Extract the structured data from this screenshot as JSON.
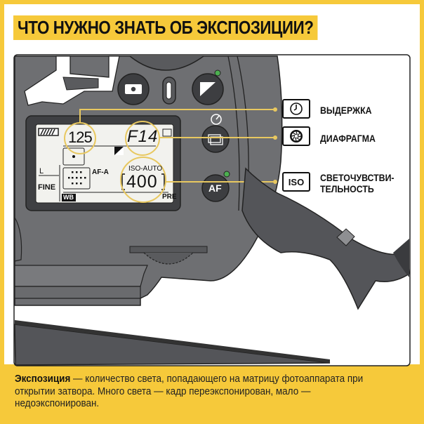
{
  "title": "ЧТО НУЖНО ЗНАТЬ ОБ ЭКСПОЗИЦИИ?",
  "lcd": {
    "shutter_speed": "125",
    "aperture": "F14",
    "iso_label": "ISO-AUTO",
    "iso_value": "400",
    "af_mode": "AF-A",
    "quality_size": "L",
    "quality": "FINE",
    "wb": "WB",
    "pre": "PRE"
  },
  "camera_buttons": {
    "af_button": "AF"
  },
  "legend": [
    {
      "icon": "clock-icon",
      "label": "ВЫДЕРЖКА"
    },
    {
      "icon": "aperture-icon",
      "label": "ДИАФРАГМА"
    },
    {
      "icon": "iso-icon",
      "icon_text": "ISO",
      "label_line1": "СВЕТОЧУВСТВИ-",
      "label_line2": "ТЕЛЬНОСТЬ"
    }
  ],
  "caption": {
    "term": "Экспозиция",
    "definition": " — количество света, попадающего на матрицу фотоаппарата при открытии затвора. Много света — кадр переэкспонирован, мало — недоэкспонирован."
  },
  "colors": {
    "brand_yellow": "#f6c93a",
    "camera_body": "#6e6f72",
    "lcd_bg": "#f2f2ee",
    "callout_line": "#e8c860",
    "indicator_green": "#4caf50"
  }
}
